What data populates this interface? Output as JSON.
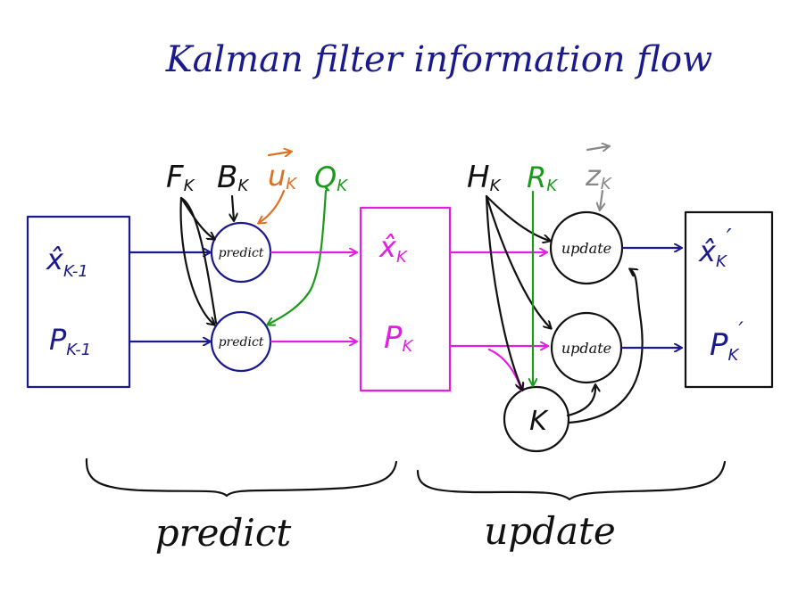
{
  "title": "Kalman filter information flow",
  "colors": {
    "blue": "#1a1a8c",
    "magenta": "#e020e0",
    "green": "#1a9a1a",
    "orange": "#e07020",
    "gray": "#888888",
    "black": "#111111"
  },
  "inputs": {
    "F": "F",
    "F_sub": "K",
    "B": "B",
    "B_sub": "K",
    "u": "u",
    "u_sub": "K",
    "Q": "Q",
    "Q_sub": "K",
    "H": "H",
    "H_sub": "K",
    "R": "R",
    "R_sub": "K",
    "z": "z",
    "z_sub": "K"
  },
  "prev_state": {
    "x": "x̂",
    "x_sub": "K-1",
    "P": "P",
    "P_sub": "K-1"
  },
  "predicted_state": {
    "x": "x̂",
    "x_sub": "K",
    "P": "P",
    "P_sub": "K"
  },
  "updated_state": {
    "x": "x̂",
    "x_sub": "K",
    "x_prime": "′",
    "P": "P",
    "P_sub": "K",
    "P_prime": "′"
  },
  "nodes": {
    "predict_top": "predict",
    "predict_bottom": "predict",
    "update_top": "update",
    "update_bottom": "update",
    "gain": "K"
  },
  "braces": {
    "predict": "predict",
    "update": "update"
  }
}
